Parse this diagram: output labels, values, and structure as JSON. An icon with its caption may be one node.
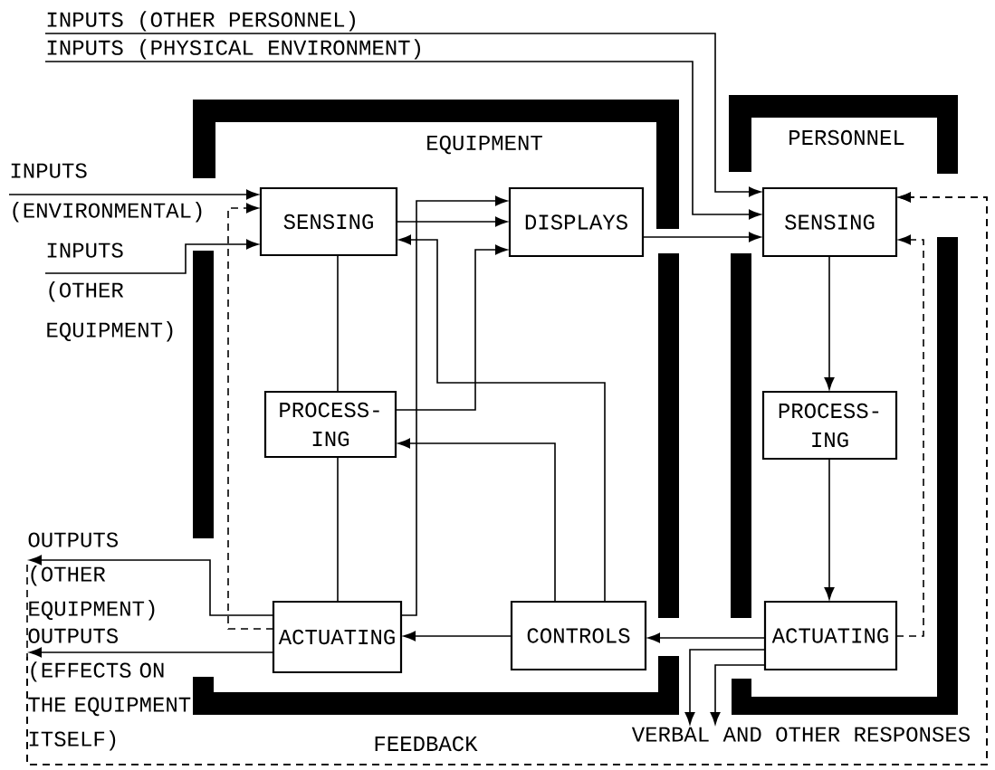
{
  "diagram": {
    "nodes": [
      {
        "text": [
          "INPUTS (OTHER PERSONNEL)"
        ]
      },
      {
        "text": [
          "INPUTS (PHYSICAL ENVIRONMENT)"
        ]
      },
      {
        "text": [
          "INPUTS (ENVIRONMENTAL)"
        ]
      },
      {
        "text": [
          "INPUTS (OTHER EQUIPMENT)"
        ]
      },
      {
        "text": [
          "EQUIPMENT"
        ]
      },
      {
        "text": [
          "SENSING"
        ],
        "in": 4
      },
      {
        "text": [
          "DISPLAYS"
        ],
        "in": 4
      },
      {
        "text": [
          "PROCESS- ING"
        ],
        "in": 4
      },
      {
        "text": [
          "ACTUATING"
        ],
        "in": 4
      },
      {
        "text": [
          "CONTROLS"
        ],
        "in": 4
      },
      {
        "text": [
          "PERSONNEL"
        ]
      },
      {
        "text": [
          "SENSING"
        ],
        "in": 10
      },
      {
        "text": [
          "PROCESS- ING"
        ],
        "in": 10
      },
      {
        "text": [
          "ACTUATING"
        ],
        "in": 10
      },
      {
        "text": [
          "OUTPUTS (OTHER EQUIPMENT)"
        ]
      },
      {
        "text": [
          "OUTPUTS (EFFECTS ON THE EQUIPMENT ITSELF)"
        ]
      },
      {
        "text": [
          "VERBAL AND OTHER RESPONSES"
        ]
      }
    ],
    "edges": [
      {
        "from": 0,
        "to": 11,
        "arrow": "to"
      },
      {
        "from": 1,
        "to": 11,
        "arrow": "to"
      },
      {
        "from": 2,
        "to": 5,
        "arrow": "to"
      },
      {
        "from": 3,
        "to": 5,
        "arrow": "to"
      },
      {
        "from": 5,
        "to": 6,
        "arrow": "to"
      },
      {
        "from": 8,
        "to": 6,
        "arrow": "to"
      },
      {
        "from": 7,
        "to": 6,
        "arrow": "to"
      },
      {
        "from": 9,
        "to": 5,
        "arrow": "to"
      },
      {
        "from": 9,
        "to": 7,
        "arrow": "to"
      },
      {
        "from": 5,
        "to": 7,
        "arrow": "none"
      },
      {
        "from": 7,
        "to": 8,
        "arrow": "none"
      },
      {
        "from": 9,
        "to": 8,
        "arrow": "to"
      },
      {
        "from": 8,
        "to": 14,
        "arrow": "to"
      },
      {
        "from": 8,
        "to": 15,
        "arrow": "to"
      },
      {
        "from": 14,
        "to": 11,
        "arrow": "to",
        "style": "dashed",
        "label": "FEEDBACK"
      },
      {
        "from": 15,
        "to": 11,
        "arrow": "to",
        "style": "dashed"
      },
      {
        "from": 8,
        "to": 5,
        "arrow": "to",
        "style": "dashed"
      },
      {
        "from": 13,
        "to": 11,
        "arrow": "to",
        "style": "dashed"
      },
      {
        "from": 6,
        "to": 11,
        "arrow": "to"
      },
      {
        "from": 11,
        "to": 12,
        "arrow": "to"
      },
      {
        "from": 12,
        "to": 13,
        "arrow": "to"
      },
      {
        "from": 13,
        "to": 9,
        "arrow": "to"
      },
      {
        "from": 13,
        "to": 16,
        "arrow": "to"
      },
      {
        "from": 13,
        "to": 16,
        "arrow": "to"
      }
    ]
  }
}
